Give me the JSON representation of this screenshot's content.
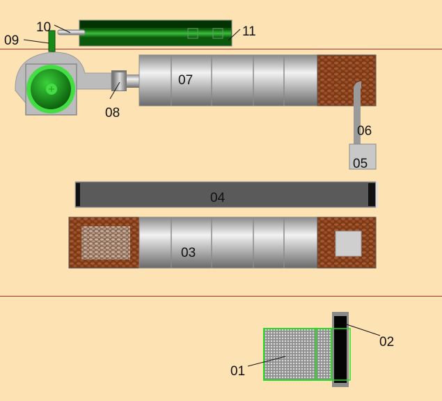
{
  "labels": {
    "l01": "01",
    "l02": "02",
    "l03": "03",
    "l04": "04",
    "l05": "05",
    "l06": "06",
    "l07": "07",
    "l08": "08",
    "l09": "09",
    "l10": "10",
    "l11": "11"
  },
  "colors": {
    "background": "#FDE2B3",
    "divider": "#B0302A",
    "green": "#22B022",
    "steel": "#B8B8B8",
    "brick": "#7A3A1A"
  }
}
